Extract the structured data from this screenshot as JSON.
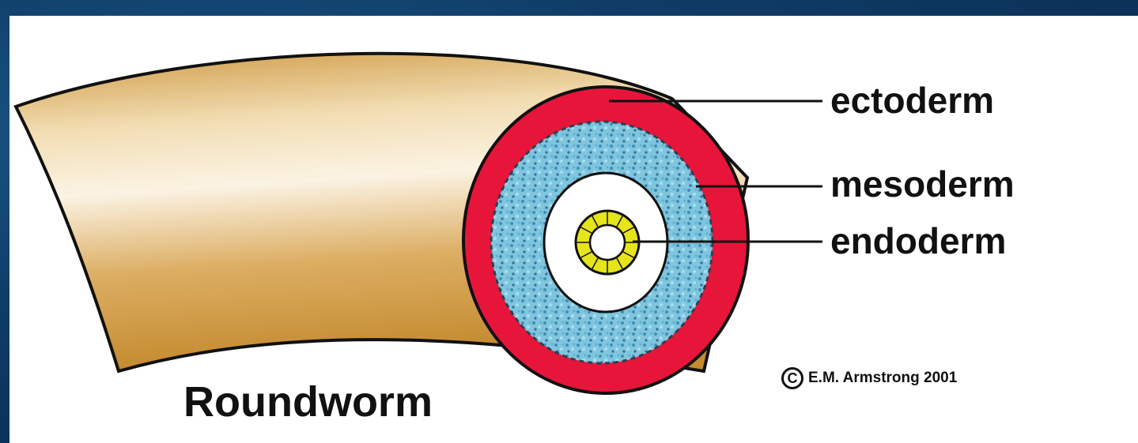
{
  "diagram": {
    "title": "Roundworm",
    "labels": {
      "ectoderm": "ectoderm",
      "mesoderm": "mesoderm",
      "endoderm": "endoderm"
    },
    "credit": {
      "symbol": "C",
      "text": "E.M. Armstrong 2001"
    },
    "colors": {
      "background": "#0f3d68",
      "panel": "#ffffff",
      "body_tan": "#d9a54a",
      "ectoderm_red": "#e8153a",
      "mesoderm_blue": "#7fc8df",
      "endoderm_yellow": "#e6e41a",
      "outline": "#111111"
    }
  }
}
